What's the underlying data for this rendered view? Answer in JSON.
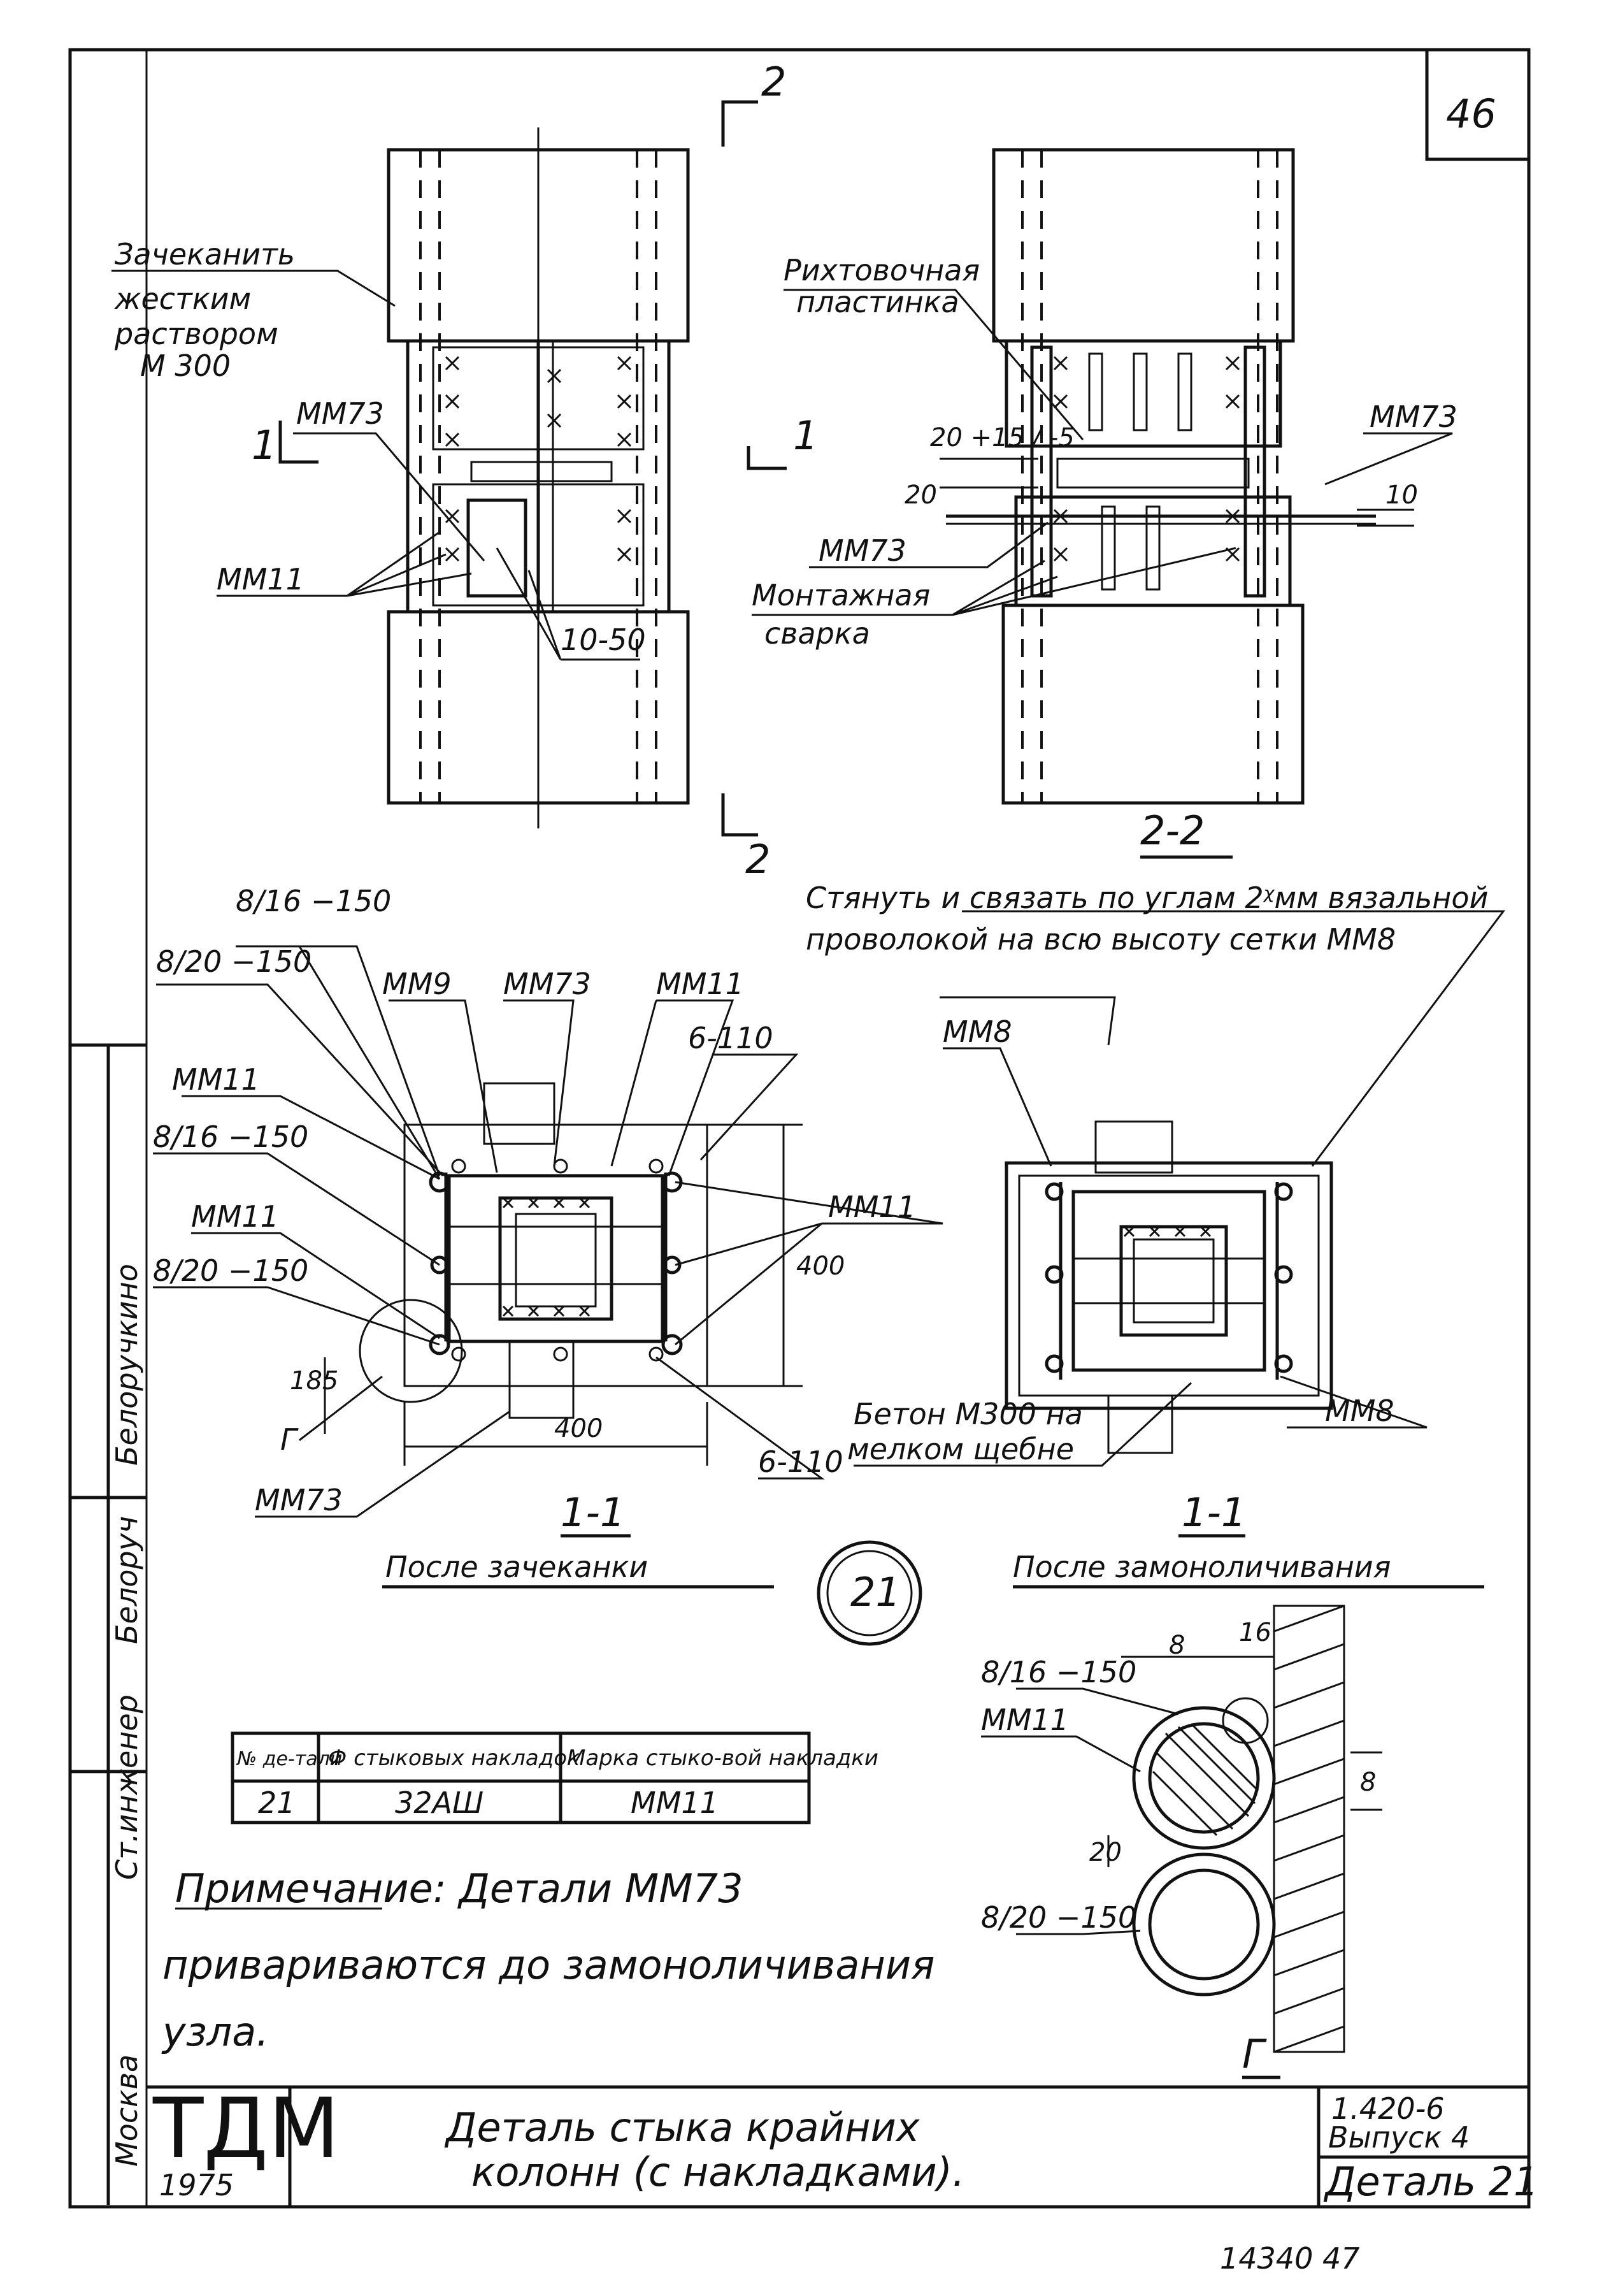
{
  "sheet_number": "46",
  "top_left": {
    "note_lines": [
      "Зачеканить",
      "жестким",
      "раствором",
      "М 300"
    ],
    "section_mark_top": "2",
    "section_mark_bottom": "2",
    "section_1_left": "1",
    "labels": {
      "mm73": "ММ73",
      "mm11": "ММ11",
      "range": "10-50"
    }
  },
  "top_right": {
    "title": "2-2",
    "plate_lines": [
      "Рихтовочная",
      "пластинка"
    ],
    "weld_lines": [
      "Монтажная",
      "сварка"
    ],
    "section_1_right": "1",
    "labels": {
      "mm73_right": "ММ73",
      "mm73_left": "ММ73",
      "dim_gap": "20 +15 / -5",
      "dim_20": "20",
      "dim_10": "10"
    }
  },
  "section_left": {
    "title": "1-1",
    "caption": "После зачеканки",
    "labels": {
      "d816_top": "8/16 −150",
      "d820_top": "8/20 −150",
      "mm9": "ММ9",
      "mm73_top": "ММ73",
      "mm11_top": "ММ11",
      "mm11_left": "ММ11",
      "d816_mid": "8/16 −150",
      "mm11_left2": "ММ11",
      "d820_mid": "8/20 −150",
      "d6110_top": "6-110",
      "d6110_bot": "6-110",
      "mm11_right": "ММ11",
      "dim_185": "185",
      "g": "Г",
      "dim_400h": "400",
      "dim_400v": "400",
      "mm73_bot": "ММ73"
    }
  },
  "detail_circle": "21",
  "section_right": {
    "title": "1-1",
    "caption": "После замоноличивания",
    "note_lines": [
      "Стянуть и связать по углам 2ᵡмм вязальной",
      "проволокой на всю высоту сетки ММ8"
    ],
    "labels": {
      "mm8_top": "ММ8",
      "mm8_bot": "ММ8",
      "concrete_lines": [
        "Бетон М300 на",
        "мелком щебне"
      ]
    }
  },
  "detail_g": {
    "title": "Г",
    "labels": {
      "d816": "8/16 −150",
      "mm11": "ММ11",
      "d820": "8/20 −150",
      "dim_8a": "8",
      "dim_16": "16",
      "dim_8b": "8",
      "dim_20": "20"
    }
  },
  "table": {
    "headers": [
      "№ де-тали",
      "Ф стыковых накладок",
      "Марка стыко-вой накладки"
    ],
    "rows": [
      [
        "21",
        "32АШ",
        "ММ11"
      ]
    ]
  },
  "note": {
    "lines": [
      "Примечание: Детали ММ73",
      "привариваются до замоноличивания",
      "узла."
    ]
  },
  "side_stamp": {
    "entries": [
      "Белоручкино",
      "Белоруч",
      "Ст.инженер",
      "Москва"
    ]
  },
  "title_block": {
    "org": "ТДМ",
    "year": "1975",
    "title_lines": [
      "Деталь стыка крайних",
      "колонн (с накладками)."
    ],
    "series_lines": [
      "1.420-6",
      "Выпуск 4"
    ],
    "detail_no": "Деталь 21",
    "archive_no": "14340  47"
  }
}
